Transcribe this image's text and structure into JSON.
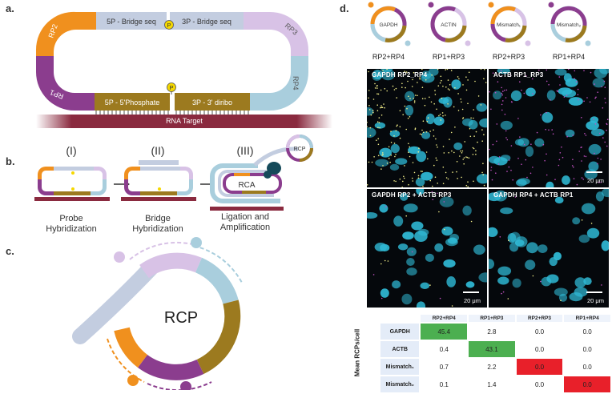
{
  "panels": {
    "a": "a.",
    "b": "b.",
    "c": "c.",
    "d": "d."
  },
  "panel_a": {
    "top_left": "5P - Bridge seq",
    "top_right": "3P - Bridge seq",
    "bottom_left": "5P - 5'Phosphate",
    "bottom_right": "3P - 3' diribo",
    "p": "P",
    "rp1": "RP1",
    "rp2": "RP2",
    "rp3": "RP3",
    "rp4": "RP4",
    "target": "RNA Target"
  },
  "panel_b": {
    "steps": [
      "(I)",
      "(II)",
      "(III)"
    ],
    "captions": [
      [
        "Probe",
        "Hybridization"
      ],
      [
        "Bridge",
        "Hybridization"
      ],
      [
        "Ligation and",
        "Amplification"
      ]
    ],
    "rca": "RCA",
    "rcp": "RCP"
  },
  "panel_c": {
    "rcp": "RCP"
  },
  "panel_d": {
    "icons": [
      {
        "name": "GAPDH",
        "pair": "RP2+RP4"
      },
      {
        "name": "ACTIN",
        "pair": "RP1+RP3"
      },
      {
        "name": "Mismatch₁",
        "pair": "RP2+RP3"
      },
      {
        "name": "Mismatch₂",
        "pair": "RP1+RP4"
      }
    ],
    "images": [
      {
        "label": "GAPDH RP2_RP4"
      },
      {
        "label": "ACTB RP1_RP3",
        "scale": "20 μm"
      },
      {
        "label": "GAPDH RP2 + ACTB RP3",
        "scale": "20 μm"
      },
      {
        "label": "GAPDH RP4 + ACTB RP1",
        "scale": "20 μm"
      }
    ],
    "table": {
      "ylabel": "Mean RCPs/cell",
      "columns": [
        "RP2+RP4",
        "RP1+RP3",
        "RP2+RP3",
        "RP1+RP4"
      ],
      "rows": [
        {
          "name": "GAPDH",
          "values": [
            "45.4",
            "2.8",
            "0.0",
            "0.0"
          ]
        },
        {
          "name": "ACTB",
          "values": [
            "0.4",
            "43.1",
            "0.0",
            "0.0"
          ]
        },
        {
          "name": "Mismatch₁",
          "values": [
            "0.7",
            "2.2",
            "0.0",
            "0.0"
          ]
        },
        {
          "name": "Mismatch₂",
          "values": [
            "0.1",
            "1.4",
            "0.0",
            "0.0"
          ]
        }
      ],
      "highlights": {
        "green": "#4caf50",
        "red": "#e8202a"
      }
    }
  },
  "colors": {
    "orange": "#f0901e",
    "purple": "#8b3d8e",
    "lavender": "#d8c2e6",
    "lightblue": "#a9cedd",
    "olive": "#9c7a1f",
    "grayblue": "#c3cde0",
    "target": "#8a2a3f"
  }
}
